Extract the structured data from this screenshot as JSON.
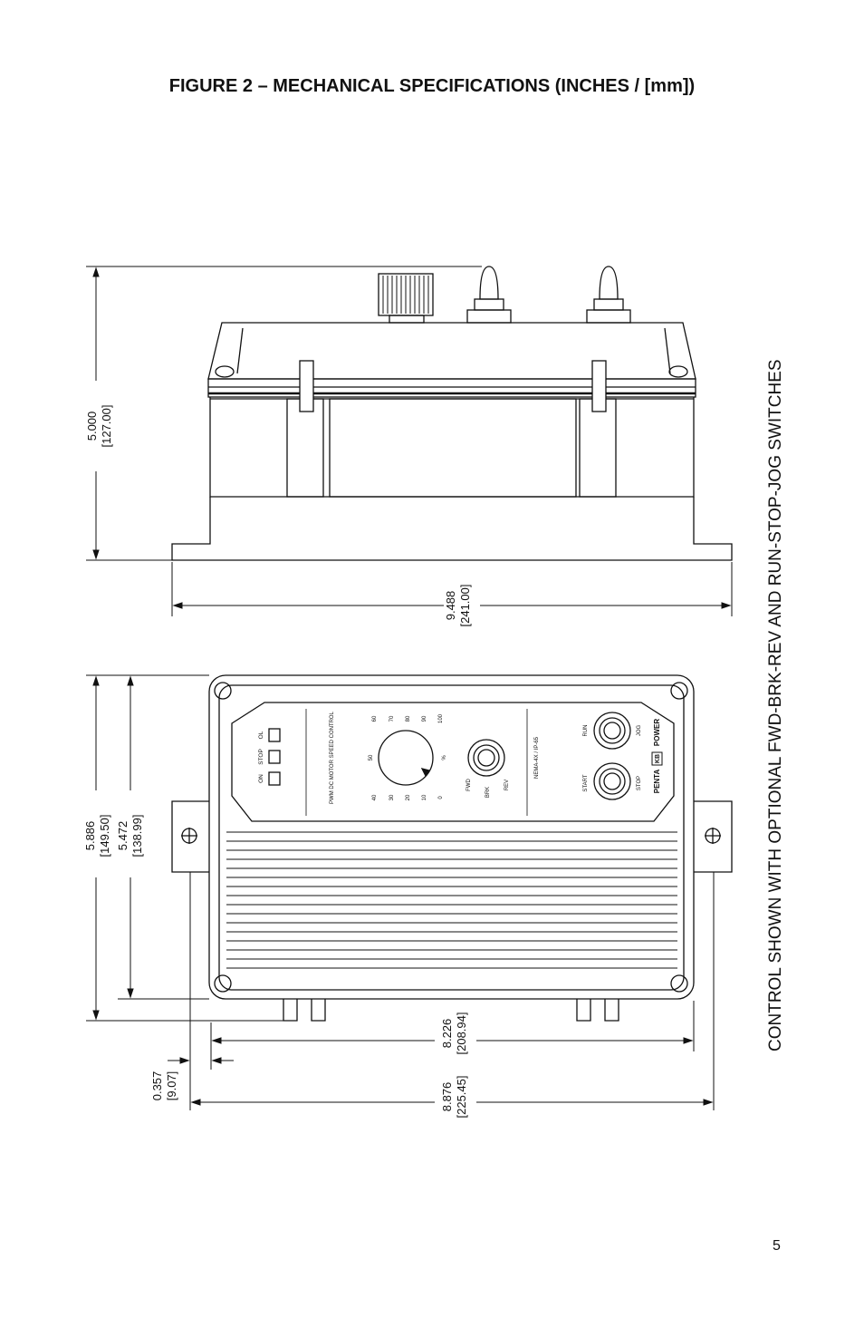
{
  "title": "FIGURE 2 – MECHANICAL SPECIFICATIONS (INCHES / [mm])",
  "side_caption": "CONTROL SHOWN WITH OPTIONAL FWD-BRK-REV AND RUN-STOP-JOG SWITCHES",
  "page_number": "5",
  "dimensions": {
    "height": {
      "inches": "5.000",
      "mm": "[127.00]"
    },
    "base_width": {
      "inches": "9.488",
      "mm": "[241.00]"
    },
    "outer_height": {
      "inches": "5.886",
      "mm": "[149.50]"
    },
    "inner_height": {
      "inches": "5.472",
      "mm": "[138.99]"
    },
    "offset": {
      "inches": "0.357",
      "mm": "[9.07]"
    },
    "body_width": {
      "inches": "8.226",
      "mm": "[208.94]"
    },
    "overall_width": {
      "inches": "8.876",
      "mm": "[225.45]"
    }
  },
  "panel": {
    "indicators": [
      "ON",
      "STOP",
      "OL"
    ],
    "control_name": "PWM DC MOTOR SPEED CONTROL",
    "dial_scale": [
      "0",
      "10",
      "20",
      "30",
      "40",
      "50",
      "60",
      "70",
      "80",
      "90",
      "100"
    ],
    "dial_unit": "%",
    "direction_switch": [
      "FWD",
      "BRK",
      "REV"
    ],
    "rating": "NEMA-4X / IP-65",
    "switch1": [
      "START",
      "STOP"
    ],
    "switch2": [
      "RUN",
      "JOG"
    ],
    "brand_left": "PENTA",
    "brand_mark": "KB",
    "brand_right": "POWER"
  }
}
